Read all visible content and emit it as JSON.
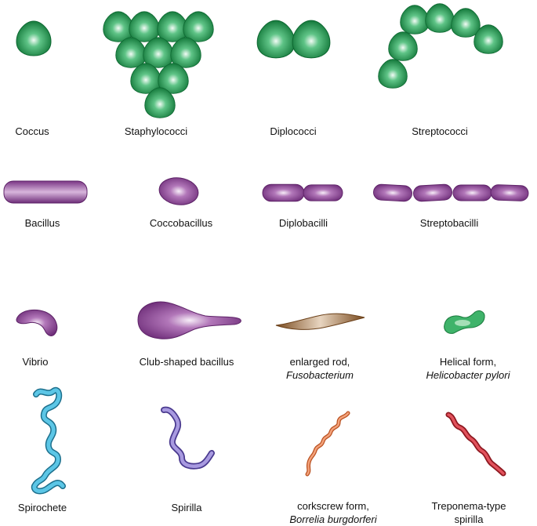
{
  "labels": {
    "coccus": "Coccus",
    "staphylococci": "Staphylococci",
    "diplococci": "Diplococci",
    "streptococci": "Streptococci",
    "bacillus": "Bacillus",
    "coccobacillus": "Coccobacillus",
    "diplobacilli": "Diplobacilli",
    "streptobacilli": "Streptobacilli",
    "vibrio": "Vibrio",
    "club": "Club-shaped bacillus",
    "enlarged_1": "enlarged rod,",
    "enlarged_2": "Fusobacterium",
    "helical_1": "Helical form,",
    "helical_2": "Helicobacter pylori",
    "spirochete": "Spirochete",
    "spirilla": "Spirilla",
    "corkscrew_1": "corkscrew form,",
    "corkscrew_2": "Borrelia burgdorferi",
    "treponema_1": "Treponema-type",
    "treponema_2": "spirilla"
  },
  "colors": {
    "coccus_green": "#1f9a4f",
    "bacillus_purple": "#8a3f93",
    "fusobacterium_brown": "#8a5a2b",
    "helicobacter_green": "#2ea85a",
    "spirochete_blue": "#3aa9cf",
    "spirilla_violet": "#6b5ab0",
    "borrelia_orange": "#e0733d",
    "treponema_red": "#c42a36"
  }
}
